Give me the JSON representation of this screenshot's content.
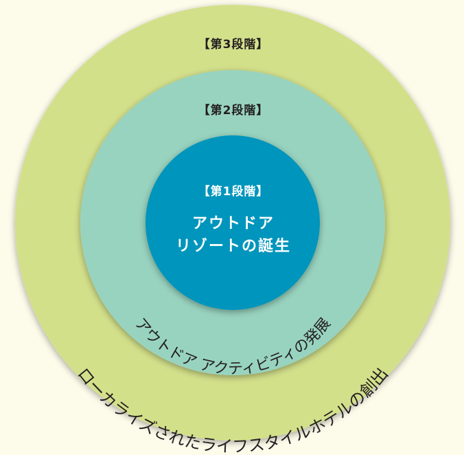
{
  "diagram": {
    "type": "concentric-circles",
    "colors": {
      "background": "#fdfbea",
      "outer": "#d3e08a",
      "middle": "#98d3bf",
      "inner": "#0495bc",
      "text_dark": "#231f20",
      "text_light": "#ffffff"
    },
    "stages": [
      {
        "level": 1,
        "label": "【第1段階】",
        "lines": [
          "アウトドア",
          "リゾートの誕生"
        ]
      },
      {
        "level": 2,
        "label": "【第2段階】",
        "arc_text": "アウトドア アクティビティの発展"
      },
      {
        "level": 3,
        "label": "【第3段階】",
        "arc_text": "ローカライズされたライフスタイルホテルの創出"
      }
    ]
  }
}
